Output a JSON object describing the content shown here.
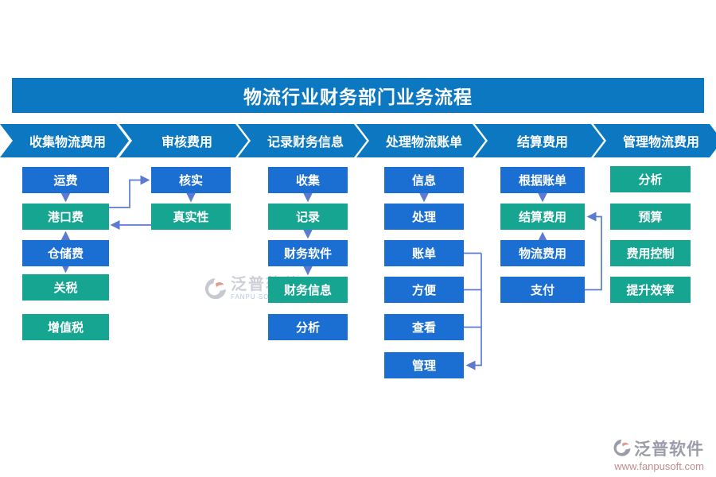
{
  "title": "物流行业财务部门业务流程",
  "palette": {
    "header_blue": "#0d78c2",
    "node_blue": "#1c6fd2",
    "node_teal": "#16a591",
    "connector": "#5b7ad2",
    "watermark_gray": "#cdd0d8",
    "watermark_red": "#c28e8d"
  },
  "stages": [
    {
      "label": "收集物流费用",
      "boxes": [
        {
          "label": "运费",
          "color": "blue"
        },
        {
          "label": "港口费",
          "color": "teal"
        },
        {
          "label": "仓储费",
          "color": "blue"
        },
        {
          "label": "关税",
          "color": "teal"
        },
        {
          "label": "增值税",
          "color": "teal"
        }
      ]
    },
    {
      "label": "审核费用",
      "boxes": [
        {
          "label": "核实",
          "color": "blue"
        },
        {
          "label": "真实性",
          "color": "teal"
        }
      ]
    },
    {
      "label": "记录财务信息",
      "boxes": [
        {
          "label": "收集",
          "color": "blue"
        },
        {
          "label": "记录",
          "color": "teal"
        },
        {
          "label": "财务软件",
          "color": "blue"
        },
        {
          "label": "财务信息",
          "color": "teal"
        },
        {
          "label": "分析",
          "color": "blue"
        }
      ]
    },
    {
      "label": "处理物流账单",
      "boxes": [
        {
          "label": "信息",
          "color": "blue"
        },
        {
          "label": "处理",
          "color": "blue"
        },
        {
          "label": "账单",
          "color": "blue"
        },
        {
          "label": "方便",
          "color": "blue"
        },
        {
          "label": "查看",
          "color": "blue"
        },
        {
          "label": "管理",
          "color": "blue"
        }
      ]
    },
    {
      "label": "结算费用",
      "boxes": [
        {
          "label": "根据账单",
          "color": "blue"
        },
        {
          "label": "结算费用",
          "color": "teal"
        },
        {
          "label": "物流费用",
          "color": "blue"
        },
        {
          "label": "支付",
          "color": "blue"
        }
      ]
    },
    {
      "label": "管理物流费用",
      "boxes": [
        {
          "label": "分析",
          "color": "teal"
        },
        {
          "label": "预算",
          "color": "teal"
        },
        {
          "label": "费用控制",
          "color": "teal"
        },
        {
          "label": "提升效率",
          "color": "teal"
        }
      ]
    }
  ],
  "watermark_center": {
    "brand": "泛普软件",
    "sub": "FANPU SOFTWARE"
  },
  "watermark_corner": {
    "brand": "泛普软件",
    "url": "www.fanpusoft.com"
  }
}
